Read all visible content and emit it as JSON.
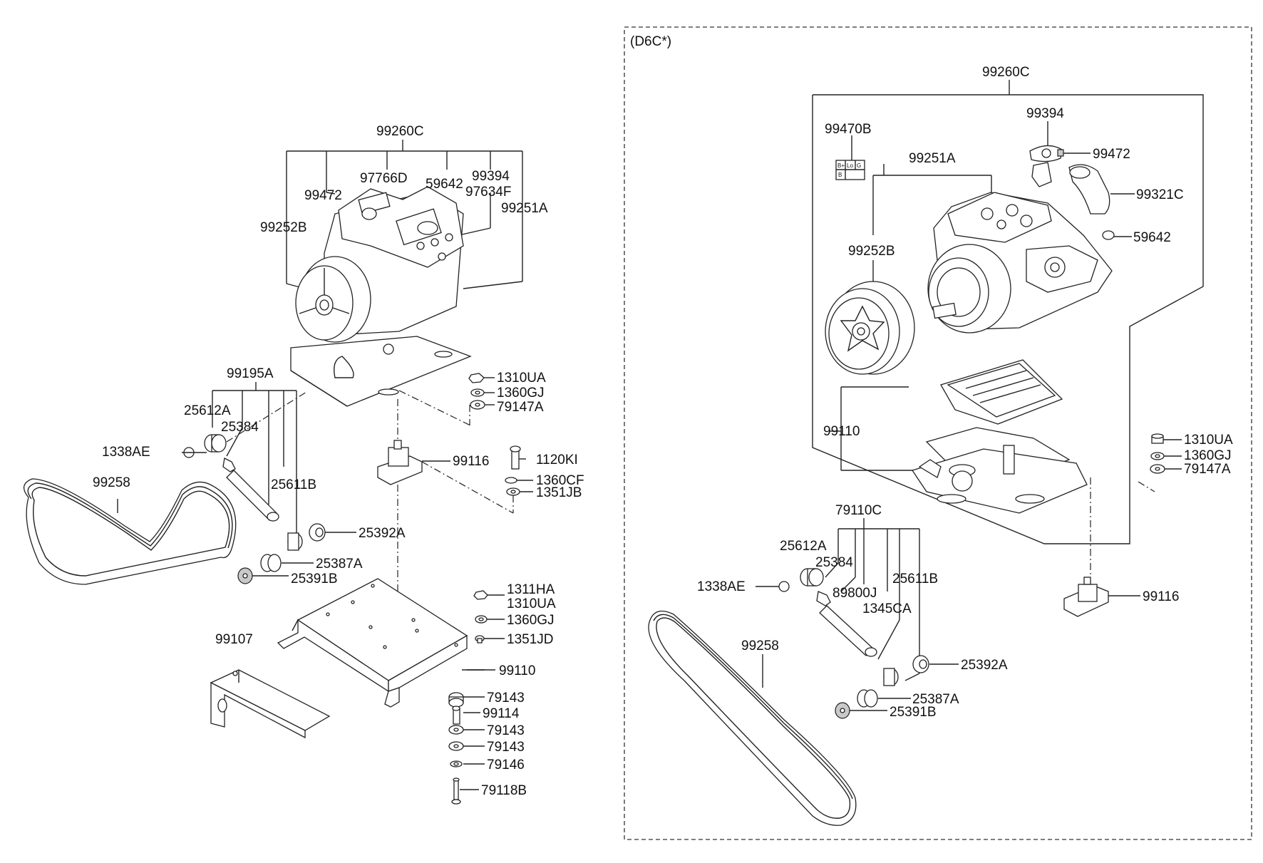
{
  "variant_label": "(D6C*)",
  "left": {
    "c99260C": "99260C",
    "c99472": "99472",
    "c97766D": "97766D",
    "c59642": "59642",
    "c99394": "99394",
    "c97634F": "97634F",
    "c99252B": "99252B",
    "c99251A": "99251A",
    "c99195A": "99195A",
    "c25612A": "25612A",
    "c25384": "25384",
    "c1338AE": "1338AE",
    "c25611B": "25611B",
    "c99258": "99258",
    "c25392A": "25392A",
    "c25387A": "25387A",
    "c25391B": "25391B",
    "c1310UA": "1310UA",
    "c1360GJ": "1360GJ",
    "c79147A": "79147A",
    "c99116": "99116",
    "c1120KI": "1120KI",
    "c1360CF": "1360CF",
    "c1351JB": "1351JB",
    "c1311HA": "1311HA",
    "c1310UA_b": "1310UA",
    "c1360GJ_b": "1360GJ",
    "c1351JD": "1351JD",
    "c99110": "99110",
    "c99107": "99107",
    "c79143_a": "79143",
    "c99114": "99114",
    "c79143_b": "79143",
    "c79143_c": "79143",
    "c79146": "79146",
    "c79118B": "79118B"
  },
  "right": {
    "c99260C": "99260C",
    "c99470B": "99470B",
    "c99394": "99394",
    "c99472": "99472",
    "c99251A": "99251A",
    "c99321C": "99321C",
    "c59642": "59642",
    "c99252B": "99252B",
    "c99110": "99110",
    "c1310UA": "1310UA",
    "c1360GJ": "1360GJ",
    "c79147A": "79147A",
    "c79110C": "79110C",
    "c25612A": "25612A",
    "c25384": "25384",
    "c1338AE": "1338AE",
    "c89800J": "89800J",
    "c25611B": "25611B",
    "c1345CA": "1345CA",
    "c99116": "99116",
    "c99258": "99258",
    "c25392A": "25392A",
    "c25387A": "25387A",
    "c25391B": "25391B"
  },
  "connector_letters": {
    "b_plus": "B+",
    "lo": "Lo",
    "g": "G",
    "b": "B"
  }
}
